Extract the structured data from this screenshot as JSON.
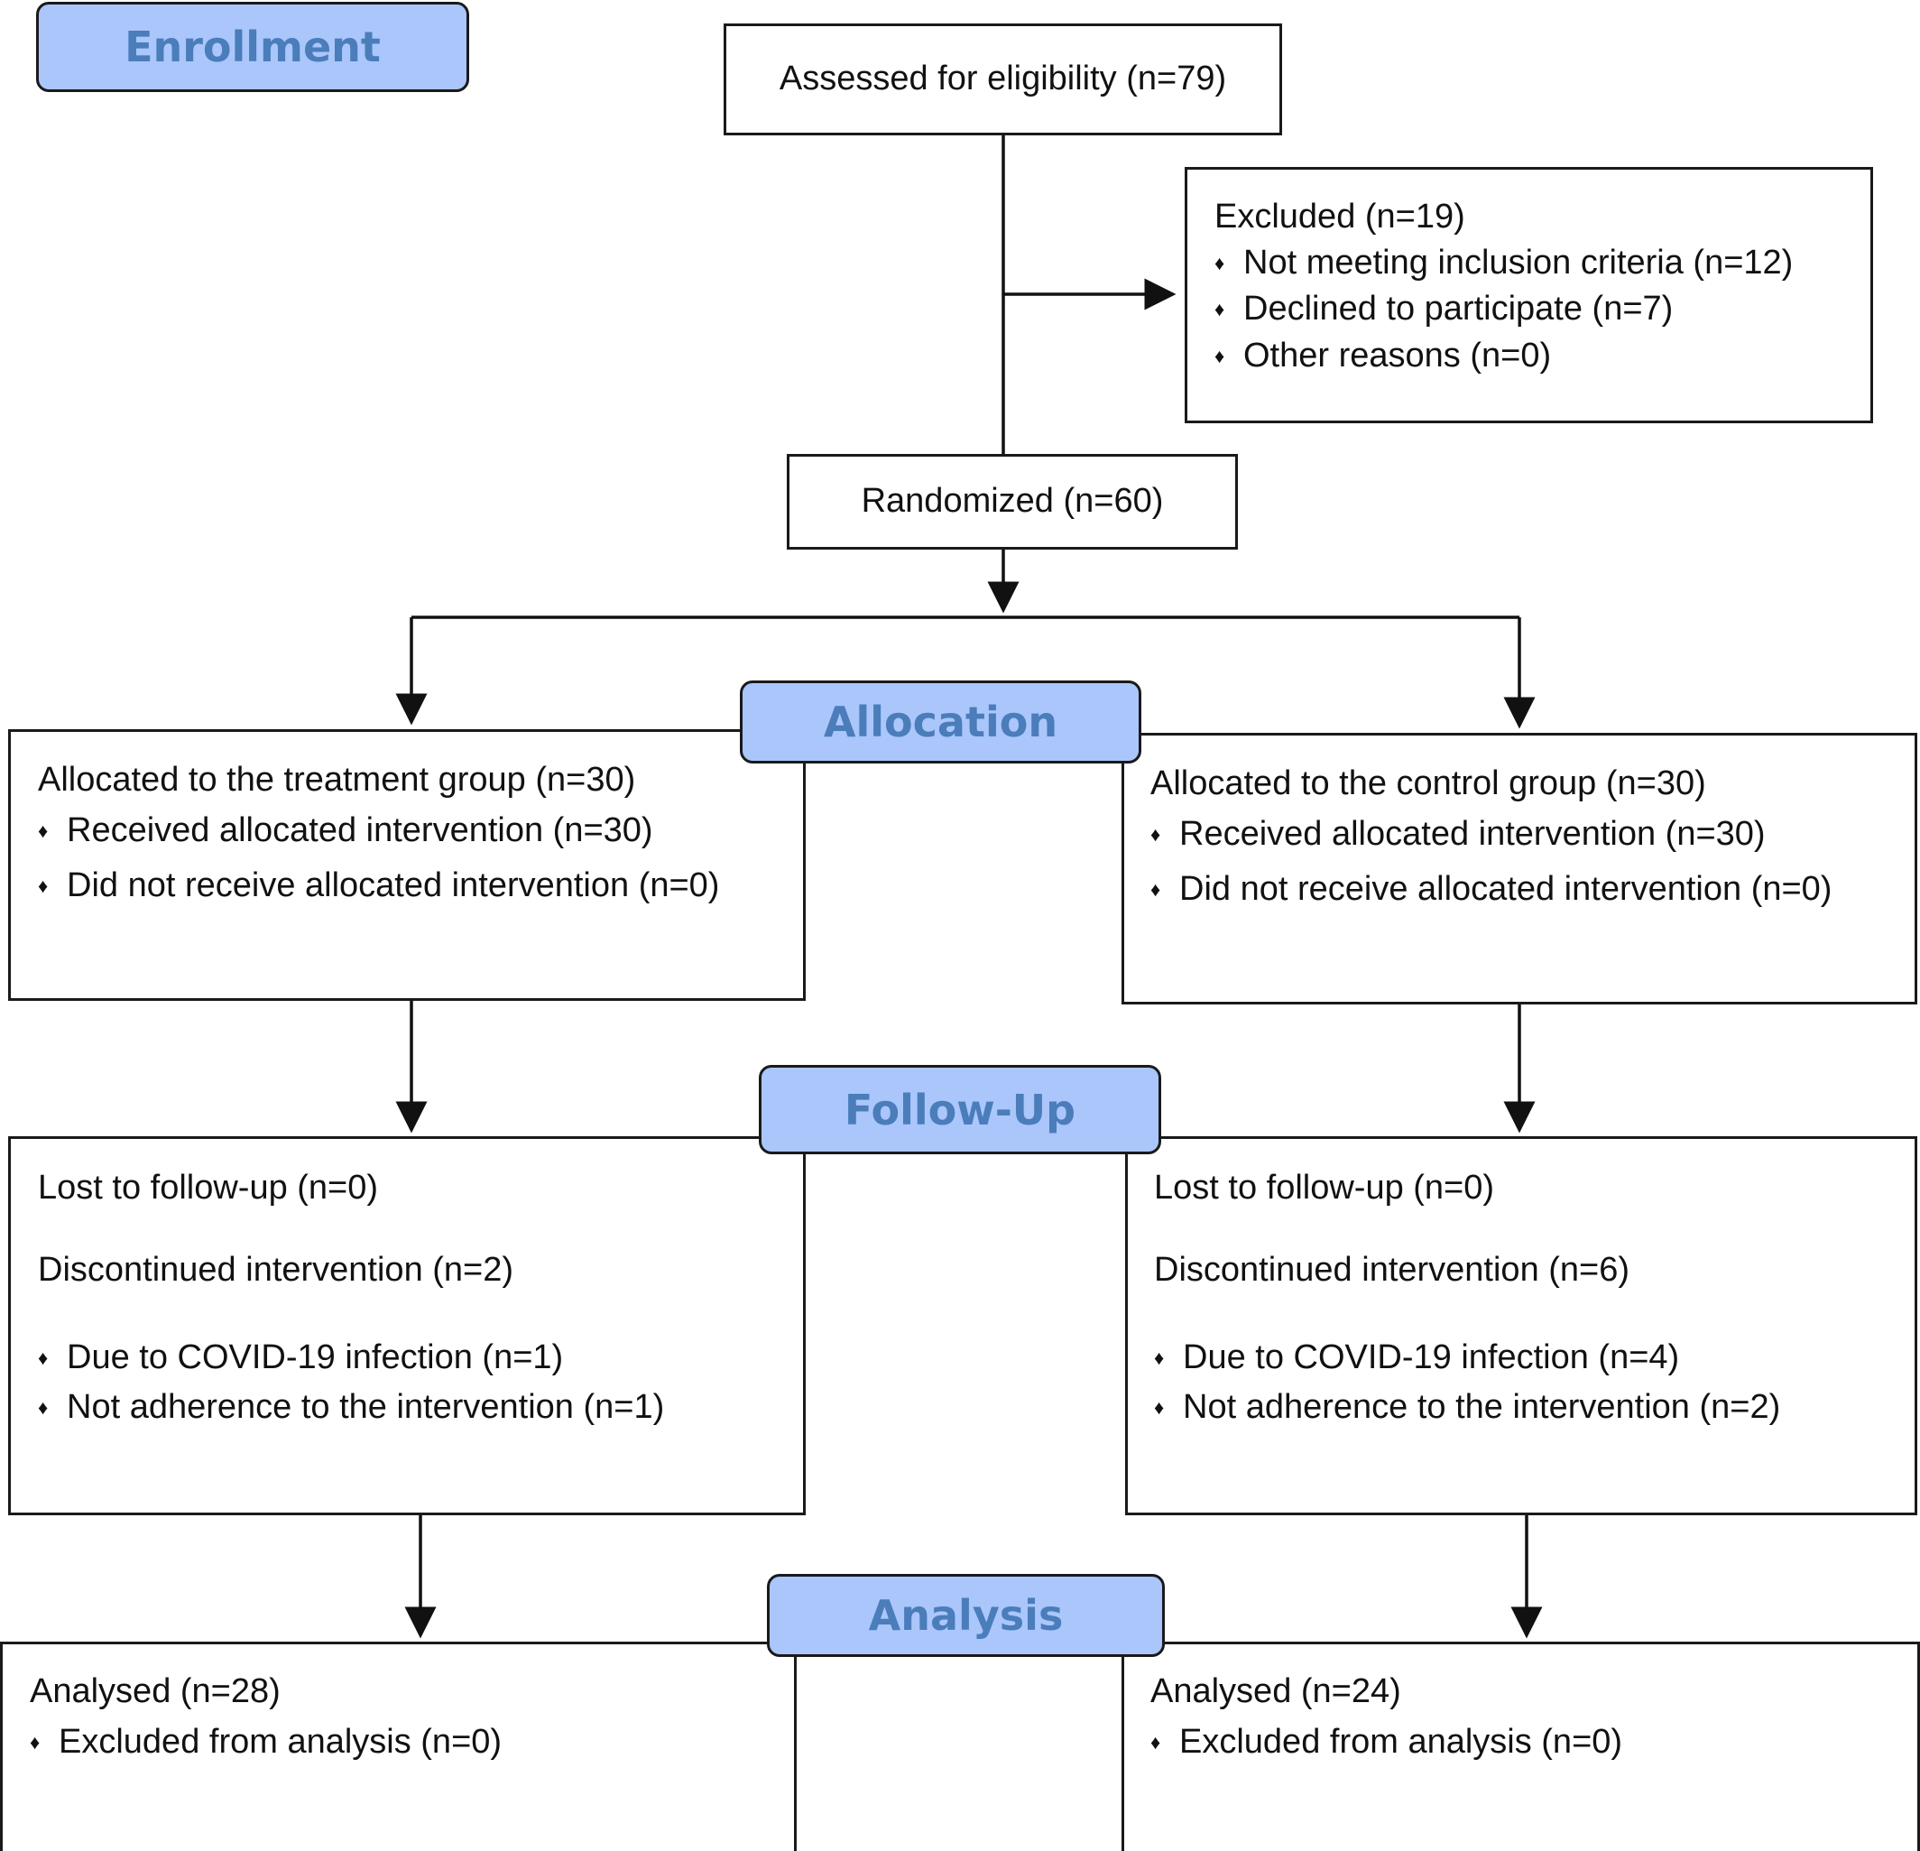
{
  "stages": {
    "enrollment": "Enrollment",
    "allocation": "Allocation",
    "follow_up": "Follow-Up",
    "analysis": "Analysis"
  },
  "bullet_glyph": "♦",
  "enrollment": {
    "assessed": "Assessed for eligibility (n=79)",
    "excluded": {
      "title": "Excluded (n=19)",
      "items": [
        "Not meeting inclusion criteria (n=12)",
        "Declined to participate (n=7)",
        "Other reasons (n=0)"
      ]
    },
    "randomized": "Randomized (n=60)"
  },
  "allocation": {
    "treatment": {
      "title": "Allocated to the treatment group (n=30)",
      "items": [
        "Received allocated intervention (n=30)",
        "Did not receive allocated intervention (n=0)"
      ]
    },
    "control": {
      "title": "Allocated to the control group (n=30)",
      "items": [
        "Received allocated intervention (n=30)",
        "Did not receive allocated intervention (n=0)"
      ]
    }
  },
  "follow_up": {
    "treatment": {
      "lost": "Lost to follow-up (n=0)",
      "discontinued": "Discontinued intervention (n=2)",
      "items": [
        "Due to COVID-19 infection (n=1)",
        "Not adherence to the intervention (n=1)"
      ]
    },
    "control": {
      "lost": "Lost to follow-up (n=0)",
      "discontinued": "Discontinued intervention (n=6)",
      "items": [
        "Due to COVID-19 infection (n=4)",
        "Not adherence to the intervention (n=2)"
      ]
    }
  },
  "analysis": {
    "treatment": {
      "title": "Analysed (n=28)",
      "items": [
        "Excluded from analysis (n=0)"
      ]
    },
    "control": {
      "title": "Analysed (n=24)",
      "items": [
        "Excluded from analysis (n=0)"
      ]
    }
  }
}
